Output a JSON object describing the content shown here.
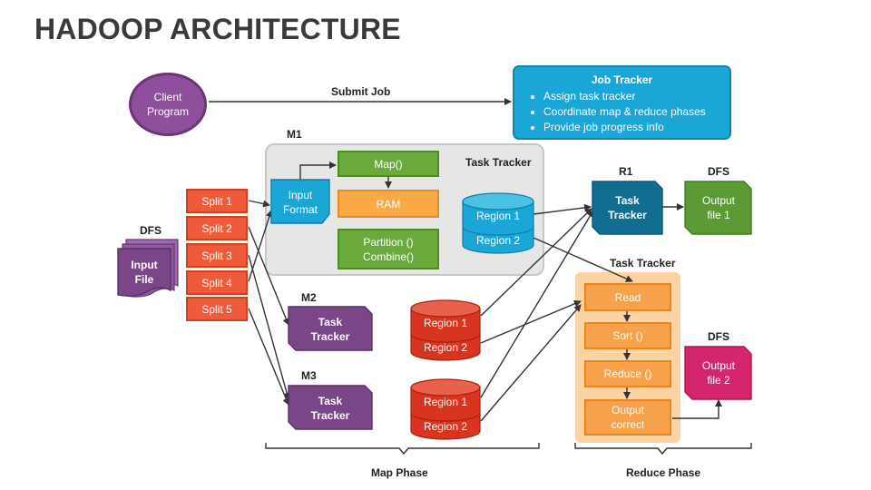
{
  "title": "HADOOP ARCHITECTURE",
  "client": {
    "line1": "Client",
    "line2": "Program"
  },
  "submit_job": "Submit Job",
  "job_tracker": {
    "heading": "Job Tracker",
    "bullets": [
      "Assign task tracker",
      "Coordinate map & reduce phases",
      "Provide job progress info"
    ]
  },
  "dfs_label": "DFS",
  "input_file": {
    "line1": "Input",
    "line2": "File"
  },
  "splits": [
    "Split 1",
    "Split 2",
    "Split 3",
    "Split 4",
    "Split 5"
  ],
  "m1": {
    "label": "M1",
    "task_tracker": "Task Tracker",
    "input_format": {
      "line1": "Input",
      "line2": "Format"
    },
    "map": "Map()",
    "ram": "RAM",
    "partition": {
      "line1": "Partition ()",
      "line2": "Combine()"
    },
    "region1": "Region 1",
    "region2": "Region 2"
  },
  "m2": {
    "label": "M2",
    "line1": "Task",
    "line2": "Tracker",
    "region1": "Region 1",
    "region2": "Region 2"
  },
  "m3": {
    "label": "M3",
    "line1": "Task",
    "line2": "Tracker",
    "region1": "Region 1",
    "region2": "Region 2"
  },
  "r1": {
    "label": "R1",
    "line1": "Task",
    "line2": "Tracker"
  },
  "dfs_out1": {
    "label": "DFS",
    "line1": "Output",
    "line2": "file 1"
  },
  "reduce_tracker": {
    "label": "Task Tracker",
    "read": "Read",
    "sort": "Sort ()",
    "reduce": "Reduce ()",
    "output": {
      "line1": "Output",
      "line2": "correct"
    }
  },
  "dfs_out2": {
    "label": "DFS",
    "line1": "Output",
    "line2": "file 2"
  },
  "map_phase": "Map Phase",
  "reduce_phase": "Reduce Phase",
  "colors": {
    "split": "#ee5a3a",
    "map_green": "#6aaa3c",
    "ram_orange": "#fba945",
    "region_blue": "#1aa6d6",
    "region_red": "#d8341f",
    "task_purple": "#7a4688",
    "teal": "#116e91",
    "output_green": "#5b9a35",
    "output_pink": "#d4266d",
    "job_tracker": "#1aa6d6"
  }
}
